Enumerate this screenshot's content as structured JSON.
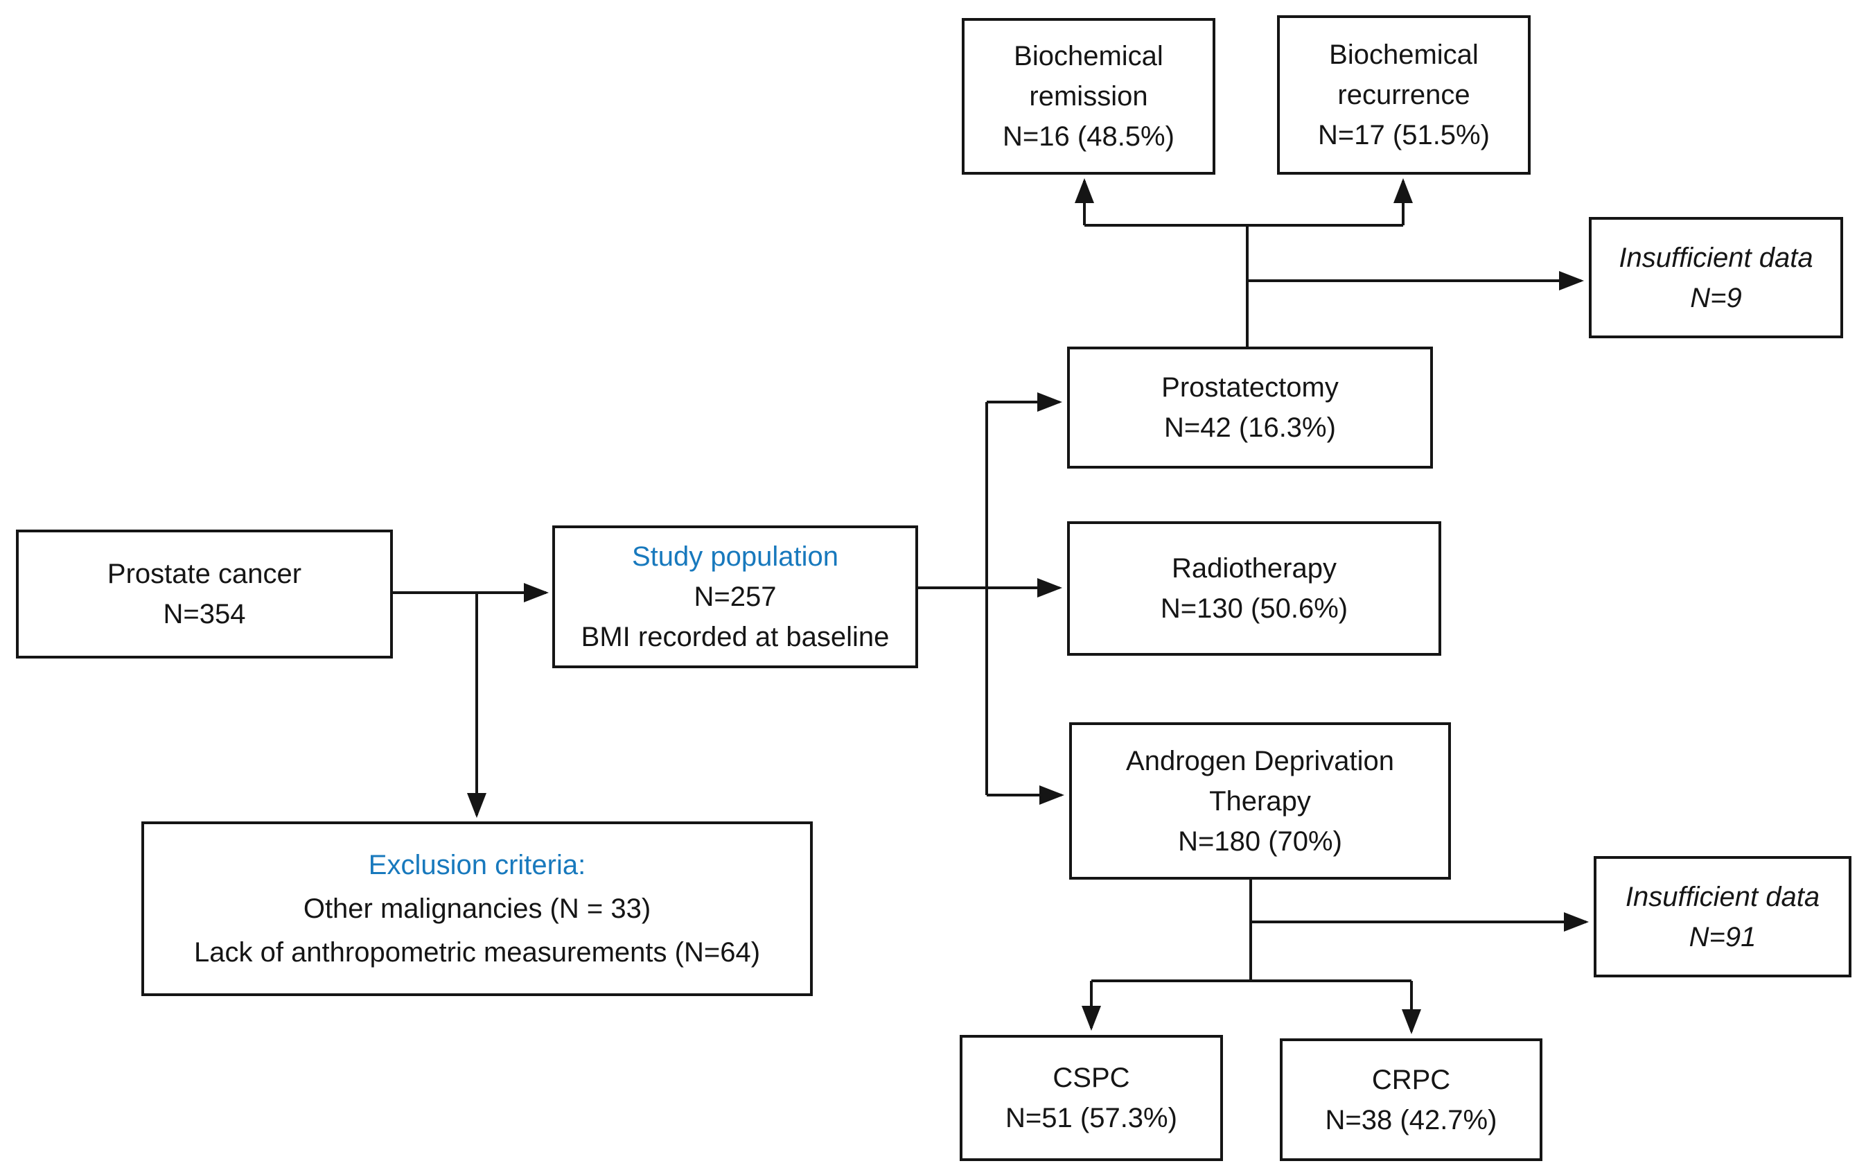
{
  "colors": {
    "heading_blue": "#1879bd",
    "ink": "#151515",
    "background": "#ffffff"
  },
  "boxes": {
    "prostate_cancer": {
      "title": "Prostate cancer",
      "count": "N=354"
    },
    "study_population": {
      "title": "Study population",
      "count": "N=257",
      "note": "BMI recorded at baseline"
    },
    "exclusion_criteria": {
      "title": "Exclusion criteria:",
      "item1": "Other malignancies (N = 33)",
      "item2": "Lack of anthropometric measurements (N=64)"
    },
    "prostatectomy": {
      "title": "Prostatectomy",
      "count": "N=42 (16.3%)"
    },
    "radiotherapy": {
      "title": "Radiotherapy",
      "count": "N=130 (50.6%)"
    },
    "androgen_deprivation_therapy": {
      "title_line1": "Androgen Deprivation",
      "title_line2": "Therapy",
      "count": "N=180 (70%)"
    },
    "biochemical_remission": {
      "title_line1": "Biochemical",
      "title_line2": "remission",
      "count": "N=16 (48.5%)"
    },
    "biochemical_recurrence": {
      "title_line1": "Biochemical",
      "title_line2": "recurrence",
      "count": "N=17 (51.5%)"
    },
    "insufficient_data_prostatectomy": {
      "title": "Insufficient data",
      "count": "N=9"
    },
    "insufficient_data_adt": {
      "title": "Insufficient data",
      "count": "N=91"
    },
    "cspc": {
      "title": "CSPC",
      "count": "N=51 (57.3%)"
    },
    "crpc": {
      "title": "CRPC",
      "count": "N=38 (42.7%)"
    }
  }
}
